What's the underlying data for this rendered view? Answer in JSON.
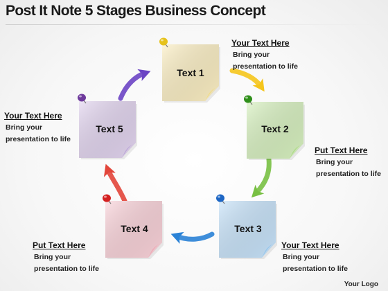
{
  "title": "Post It Note 5 Stages Business Concept",
  "notes": [
    {
      "label": "Text 1",
      "fill": "#fdf0c4",
      "curl": "#f2dd83",
      "pin": "#e6c21b"
    },
    {
      "label": "Text 2",
      "fill": "#d8f2c0",
      "curl": "#a8dc7e",
      "pin": "#2f8f1a"
    },
    {
      "label": "Text 3",
      "fill": "#c8e4fb",
      "curl": "#8ec4ef",
      "pin": "#1d66c4"
    },
    {
      "label": "Text 4",
      "fill": "#fbd3da",
      "curl": "#f2a3b1",
      "pin": "#d42020"
    },
    {
      "label": "Text 5",
      "fill": "#e3d5f0",
      "curl": "#b9a2d8",
      "pin": "#6e3a9c"
    }
  ],
  "callouts": [
    {
      "heading": "Your Text Here",
      "line1": "Bring your",
      "line2": "presentation  to life"
    },
    {
      "heading": "Put Text Here",
      "line1": "Bring your",
      "line2": "presentation  to life"
    },
    {
      "heading": "Your Text Here",
      "line1": "Bring your",
      "line2": "presentation  to life"
    },
    {
      "heading": "Put Text Here",
      "line1": "Bring your",
      "line2": "presentation  to life"
    },
    {
      "heading": "Your Text Here",
      "line1": "Bring your",
      "line2": "presentation  to life"
    }
  ],
  "arrows": [
    {
      "name": "arrow-1-to-2",
      "color": "#f5c51c"
    },
    {
      "name": "arrow-2-to-3",
      "color": "#78c043"
    },
    {
      "name": "arrow-3-to-4",
      "color": "#2a82d6"
    },
    {
      "name": "arrow-4-to-5",
      "color": "#e2453a"
    },
    {
      "name": "arrow-5-to-1",
      "color": "#6b44c4"
    }
  ],
  "logo": "Your Logo"
}
